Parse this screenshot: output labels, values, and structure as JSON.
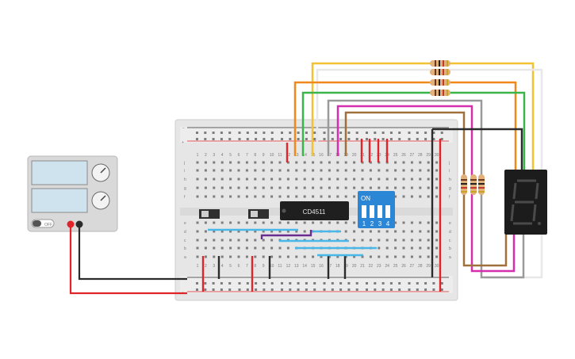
{
  "circuit": {
    "ic": {
      "label": "CD4511"
    },
    "dip_switch": {
      "label": "ON",
      "numbers": [
        "1",
        "2",
        "3",
        "4"
      ]
    },
    "power_supply": {
      "off_label": "OFF"
    },
    "breadboard": {
      "row_letters_top": [
        "j",
        "i",
        "h",
        "g",
        "f"
      ],
      "row_letters_bottom": [
        "e",
        "d",
        "c",
        "b",
        "a"
      ],
      "column_numbers": [
        "1",
        "2",
        "3",
        "4",
        "5",
        "6",
        "7",
        "8",
        "9",
        "10",
        "11",
        "12",
        "13",
        "14",
        "15",
        "16",
        "17",
        "18",
        "19",
        "20",
        "21",
        "22",
        "23",
        "24",
        "25",
        "26",
        "27",
        "28",
        "29",
        "30"
      ],
      "rail_plus": "+",
      "rail_minus": "−"
    },
    "seven_segment": {
      "digit_shown": "8"
    },
    "colors": {
      "board": "#e6e6e6",
      "red_wire": "#e0242a",
      "black_wire": "#2b2b2b",
      "yellow_wire": "#f1c232",
      "orange_wire": "#f0891a",
      "green_wire": "#3ab54a",
      "gray_wire": "#9a9a9a",
      "magenta_wire": "#d62fae",
      "brown_wire": "#a0703c",
      "white_wire": "#e8e8e8",
      "purple_wire": "#6a2c91",
      "blue_wire": "#49b7e8",
      "dip_switch": "#2b86d6",
      "display_body": "#1c1c1c"
    }
  }
}
